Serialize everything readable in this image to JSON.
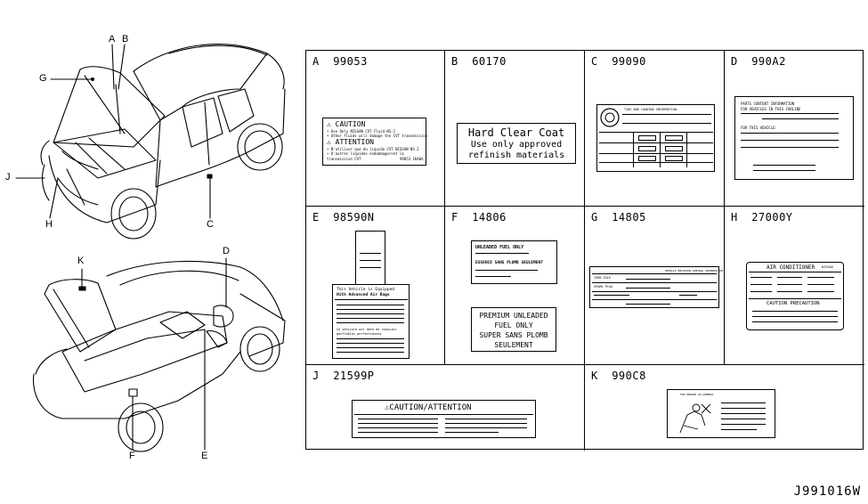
{
  "callouts": [
    "A",
    "B",
    "G",
    "J",
    "H",
    "C",
    "K",
    "D",
    "F",
    "E"
  ],
  "parts": {
    "a": {
      "letter": "A",
      "number": "99053",
      "label_lines": [
        "CAUTION",
        "• Use Only NISSAN CVT Fluid NS-2",
        "• Other fluids will damage the CVT transmission",
        "ATTENTION",
        "• N'utiliser que du liquide CVT NISSAN NS-2",
        "• D'autres liquides endommageront la",
        "transmission CVT",
        "99053 1KA0A"
      ]
    },
    "b": {
      "letter": "B",
      "number": "60170",
      "label_lines": [
        "Hard Clear Coat",
        "Use only approved",
        "refinish materials"
      ]
    },
    "c": {
      "letter": "C",
      "number": "99090",
      "label_header": "TIRE AND LOADING INFORMATION"
    },
    "d": {
      "letter": "D",
      "number": "990A2",
      "label_lines": [
        "PARTS CONTENT INFORMATION",
        "FOR VEHICLES IN THIS CARLINE",
        "FOR THIS VEHICLE:"
      ]
    },
    "e": {
      "letter": "E",
      "number": "98590N",
      "label_lines": [
        "This Vehicle is Equipped",
        "With Advanced Air Bags",
        "Ce vehicule est dote de coussins",
        "gonflables perfectionnes"
      ]
    },
    "f": {
      "letter": "F",
      "number": "14806",
      "label1_lines": [
        "UNLEADED FUEL ONLY",
        "ESSENCE SANS PLOMB SEULEMENT"
      ],
      "label2_lines": [
        "PREMIUM UNLEADED",
        "FUEL ONLY",
        "SUPER SANS PLOMB",
        "SEULEMENT"
      ]
    },
    "g": {
      "letter": "G",
      "number": "14805",
      "label_lines": [
        "VEHICLE EMISSION CONTROL INFORMATION",
        "CURB IDLE",
        "SPARK PLUG"
      ]
    },
    "h": {
      "letter": "H",
      "number": "27000Y",
      "label_lines": [
        "AIR CONDITIONER",
        "NISSAN",
        "CAUTION PRECAUTION"
      ]
    },
    "j": {
      "letter": "J",
      "number": "21599P",
      "label_lines": [
        "CAUTION/ATTENTION"
      ]
    },
    "k": {
      "letter": "K",
      "number": "990C8",
      "label_lines": [
        "FOR ENGINE IN GENERAL"
      ]
    }
  },
  "doc_code": "J991016W"
}
